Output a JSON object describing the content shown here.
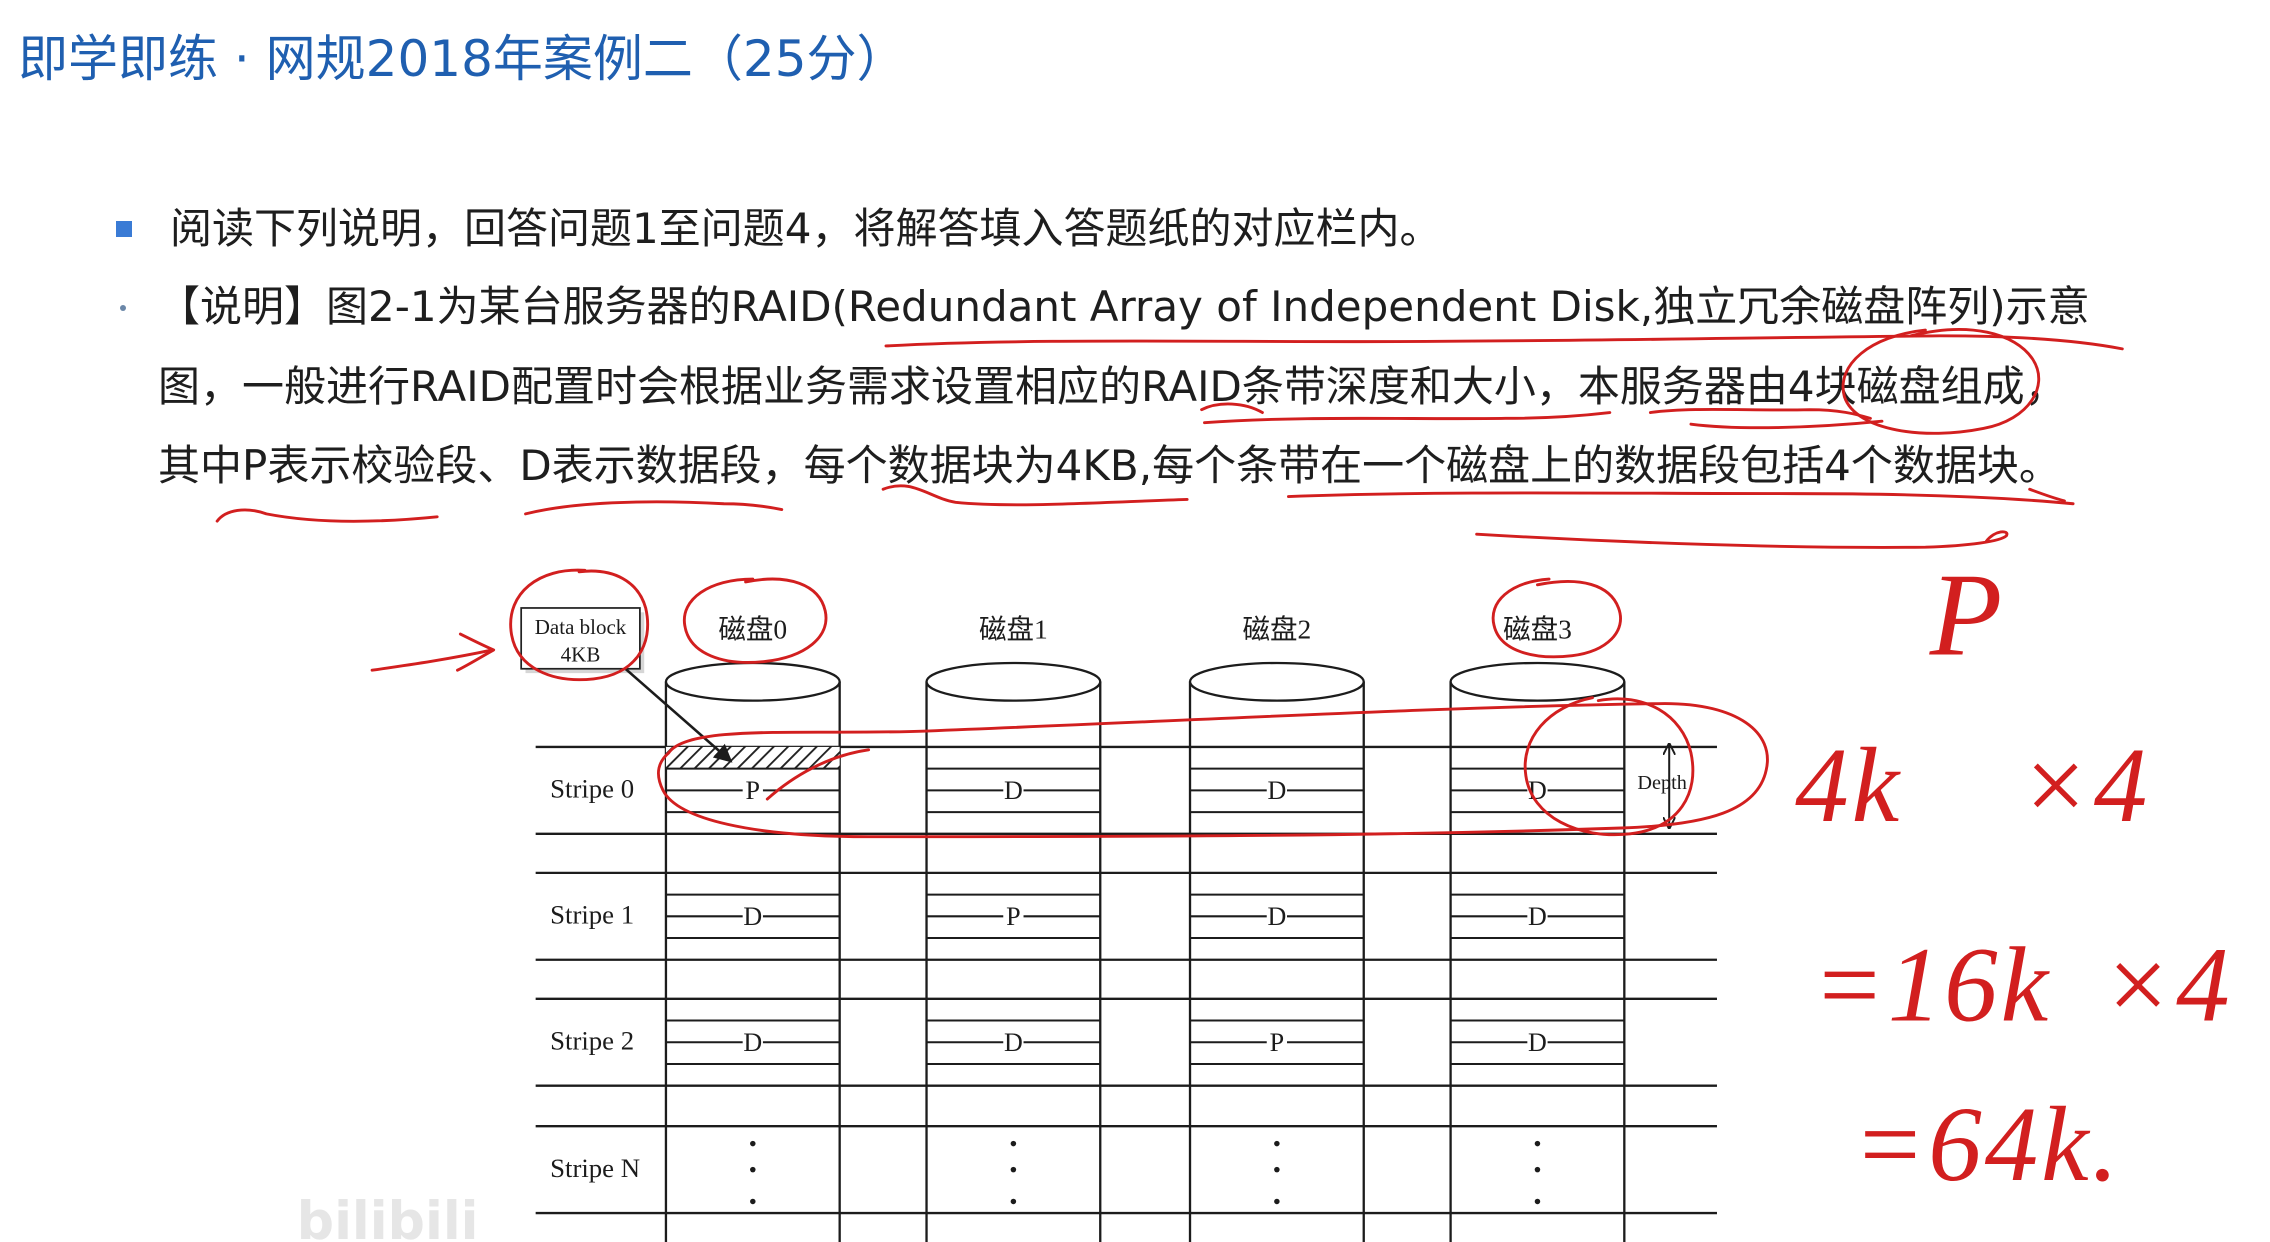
{
  "slide": {
    "title": "即学即练 · 网规2018年案例二（25分）",
    "bullets": [
      {
        "icon": "square-bullet-icon",
        "text": "阅读下列说明，回答问题1至问题4，将解答填入答题纸的对应栏内。"
      },
      {
        "icon": "dot-bullet-icon",
        "lines": [
          "【说明】图2-1为某台服务器的RAID(Redundant Array of Independent Disk,独立冗余磁盘阵列)示意",
          "图，一般进行RAID配置时会根据业务需求设置相应的RAID条带深度和大小，本服务器由4块磁盘组成，",
          "其中P表示校验段、D表示数据段，每个数据块为4KB,每个条带在一个磁盘上的数据段包括4个数据块。"
        ]
      }
    ]
  },
  "diagram": {
    "data_block": {
      "line1": "Data block",
      "line2": "4KB"
    },
    "disks": [
      "磁盘0",
      "磁盘1",
      "磁盘2",
      "磁盘3"
    ],
    "stripes": [
      {
        "label": "Stripe 0",
        "blocks": [
          "P",
          "D",
          "D",
          "D"
        ]
      },
      {
        "label": "Stripe 1",
        "blocks": [
          "D",
          "P",
          "D",
          "D"
        ]
      },
      {
        "label": "Stripe 2",
        "blocks": [
          "D",
          "D",
          "P",
          "D"
        ]
      },
      {
        "label": "Stripe N",
        "blocks": [],
        "ellipsis": true
      }
    ],
    "hatched_block": {
      "stripe": 0,
      "disk": 0
    },
    "depth_label": "Depth"
  },
  "annotations": {
    "color": "#d21f1f",
    "handwriting": [
      "P",
      "4k ×4",
      "=16k ×4",
      "=64k."
    ]
  },
  "watermark": {
    "logo_text": "bilibili"
  },
  "theme": {
    "title_color": "#1f5fb0",
    "bullet_color": "#3a7bd5",
    "text_color": "#1e1e1e"
  }
}
